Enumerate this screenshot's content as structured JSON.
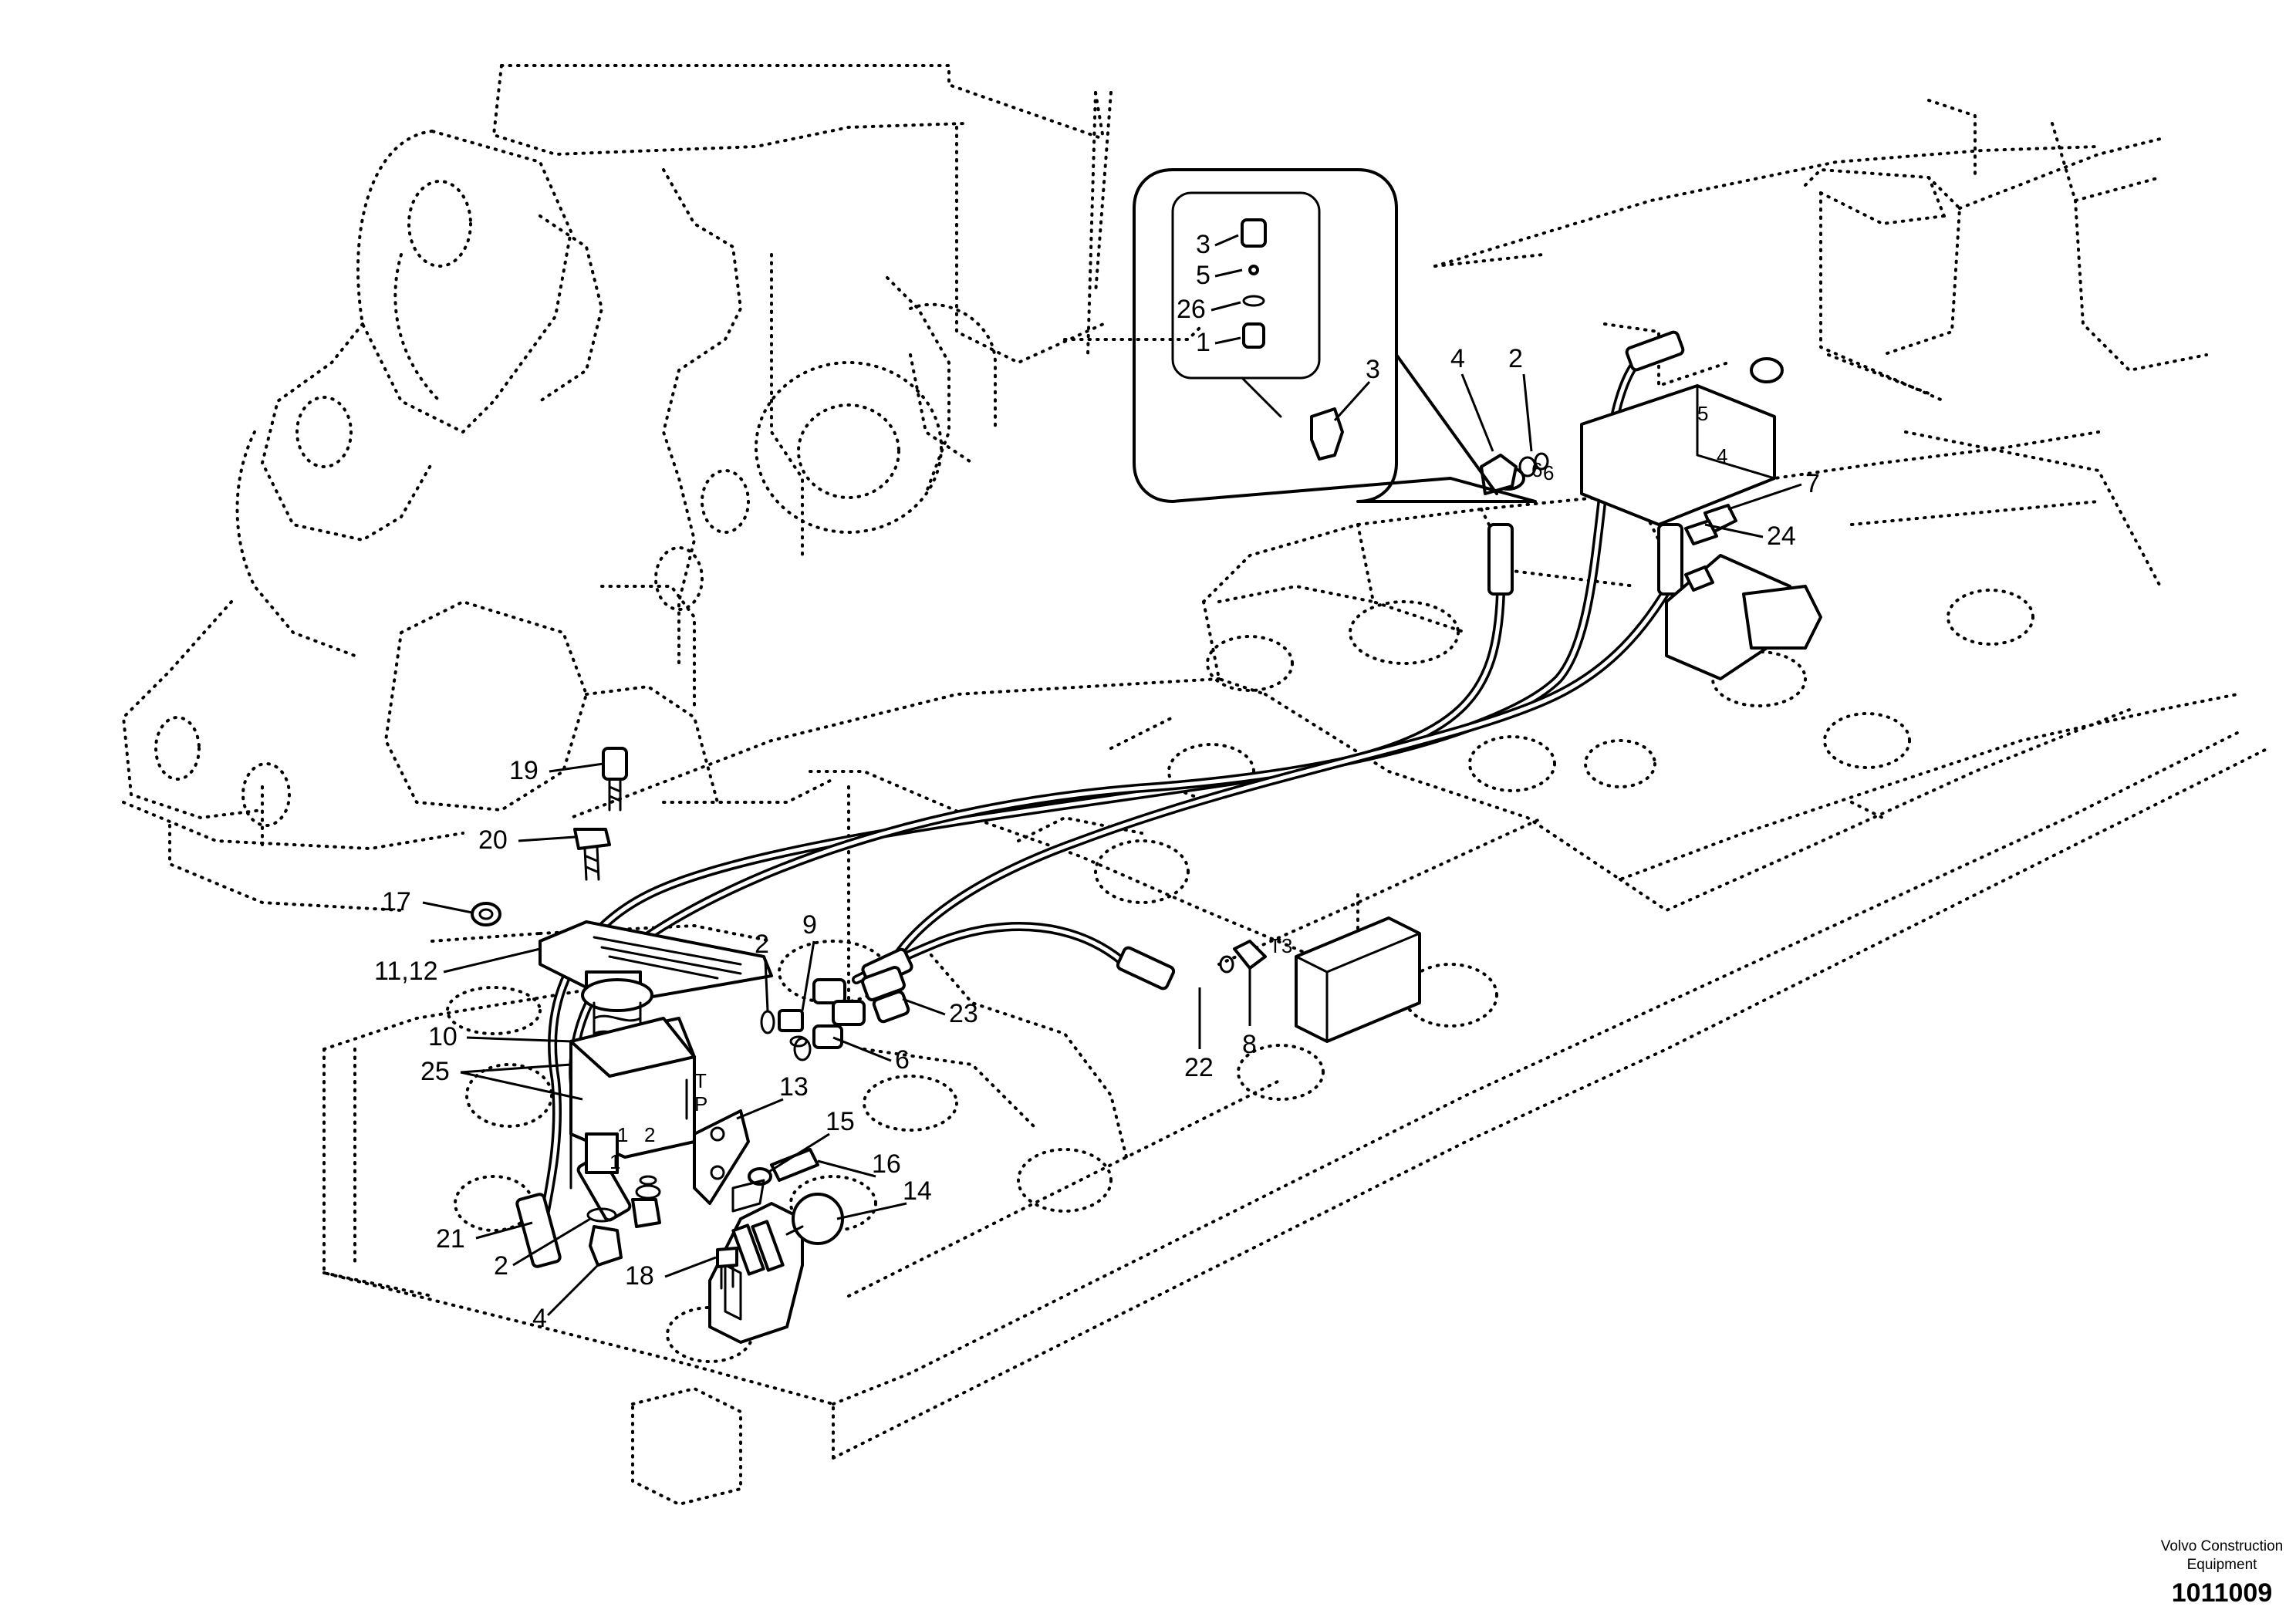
{
  "labels": {
    "l1": "1",
    "l2a": "2",
    "l2b": "2",
    "l2c": "2",
    "l3a": "3",
    "l3b": "3",
    "l4a": "4",
    "l4b": "4",
    "l5": "5",
    "l6a": "6",
    "l7": "7",
    "l8": "8",
    "l9": "9",
    "l10": "10",
    "l11_12": "11,12",
    "l13": "13",
    "l14": "14",
    "l15": "15",
    "l16": "16",
    "l17": "17",
    "l18": "18",
    "l19": "19",
    "l20": "20",
    "l21": "21",
    "l22": "22",
    "l23": "23",
    "l24": "24",
    "l25": "25",
    "l26": "26"
  },
  "port_marks": {
    "t": "T",
    "p": "P",
    "one_a": "1",
    "one_b": "1",
    "two": "2",
    "t3": "T3",
    "v5": "5",
    "v4": "4",
    "v6": "6"
  },
  "brand": {
    "line1": "Volvo Construction",
    "line2": "Equipment"
  },
  "document_id": "1011009"
}
